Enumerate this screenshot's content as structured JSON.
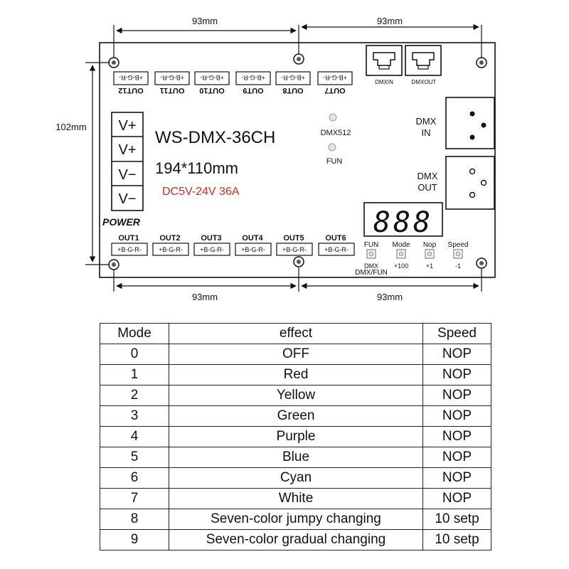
{
  "board": {
    "model": "WS-DMX-36CH",
    "size": "194*110mm",
    "voltage": "DC5V-24V 36A",
    "power_label": "POWER",
    "power_terminals": [
      "V+",
      "V+",
      "V−",
      "V−"
    ],
    "indicators": [
      "DMX512",
      "FUN"
    ],
    "display": "888",
    "dmx_in_label": [
      "DMX",
      "IN"
    ],
    "dmx_out_label": [
      "DMX",
      "OUT"
    ],
    "rj45_labels": [
      "DMXIN",
      "DMXOUT"
    ],
    "top_outputs": [
      "OUT12",
      "OUT11",
      "OUT10",
      "OUT9",
      "OUT8",
      "OUT7"
    ],
    "bottom_outputs": [
      "OUT1",
      "OUT2",
      "OUT3",
      "OUT4",
      "OUT5",
      "OUT6"
    ],
    "terminal_pins": "+B-G-R-",
    "buttons": [
      {
        "label": "FUN",
        "sub": "DMX"
      },
      {
        "label": "Mode",
        "sub": "+100"
      },
      {
        "label": "Nop",
        "sub": "+1"
      },
      {
        "label": "Speed",
        "sub": "-1"
      }
    ],
    "fun_sub2": "DMX/FUN"
  },
  "dimensions": {
    "top_left": "93mm",
    "top_right": "93mm",
    "bottom_left": "93mm",
    "bottom_right": "93mm",
    "height": "102mm"
  },
  "table": {
    "headers": [
      "Mode",
      "effect",
      "Speed"
    ],
    "rows": [
      [
        "0",
        "OFF",
        "NOP"
      ],
      [
        "1",
        "Red",
        "NOP"
      ],
      [
        "2",
        "Yellow",
        "NOP"
      ],
      [
        "3",
        "Green",
        "NOP"
      ],
      [
        "4",
        "Purple",
        "NOP"
      ],
      [
        "5",
        "Blue",
        "NOP"
      ],
      [
        "6",
        "Cyan",
        "NOP"
      ],
      [
        "7",
        "White",
        "NOP"
      ],
      [
        "8",
        "Seven-color jumpy changing",
        "10 setp"
      ],
      [
        "9",
        "Seven-color gradual changing",
        "10 setp"
      ]
    ]
  },
  "colors": {
    "voltage_text": "#d8261d",
    "line": "#111111"
  }
}
